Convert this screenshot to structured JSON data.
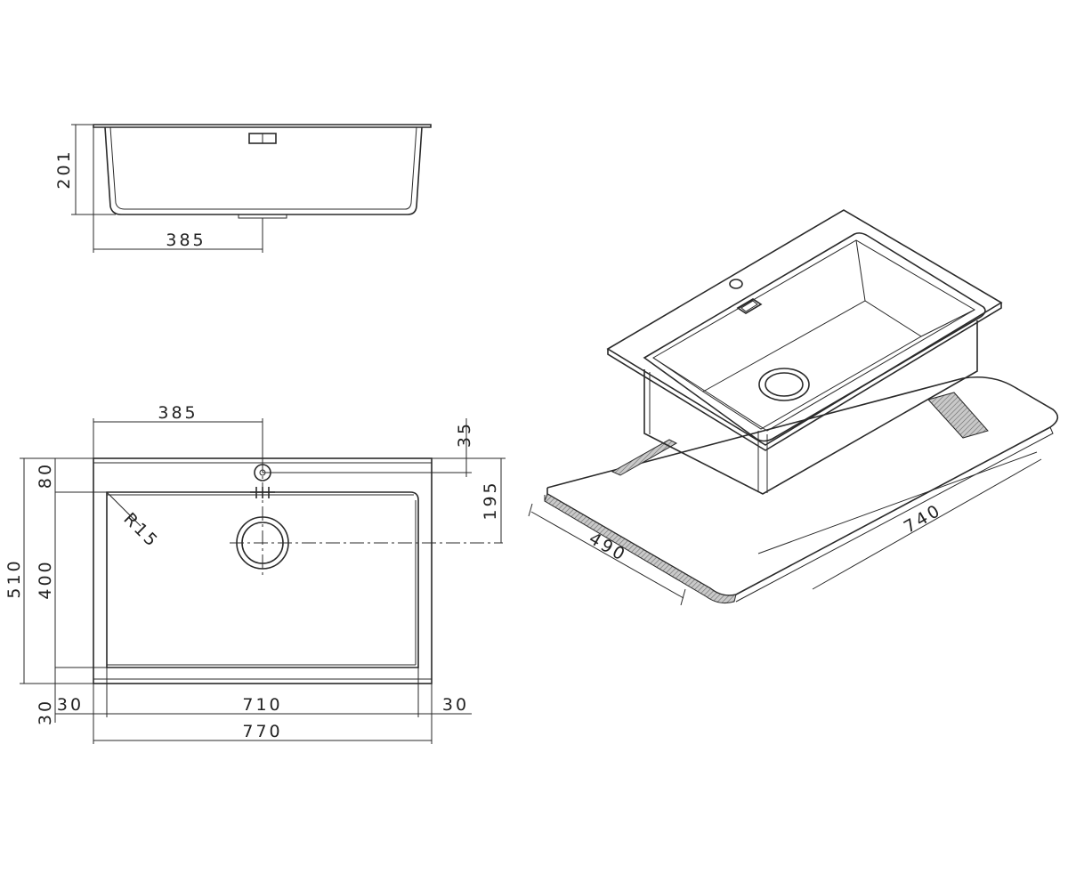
{
  "dimensions": {
    "side_view": {
      "height": "201",
      "waste_offset": "385"
    },
    "top_view": {
      "waste_offset": "385",
      "tap_hole_offset": "35",
      "waste_center_offset": "195",
      "corner_radius": "R15",
      "front_margin": "80",
      "overall_depth": "510",
      "bowl_depth": "400",
      "back_margin": "30",
      "left_margin": "30",
      "bowl_width": "710",
      "right_margin": "30",
      "overall_width": "770"
    },
    "iso_view": {
      "cabinet_depth": "490",
      "cabinet_width": "740"
    }
  }
}
